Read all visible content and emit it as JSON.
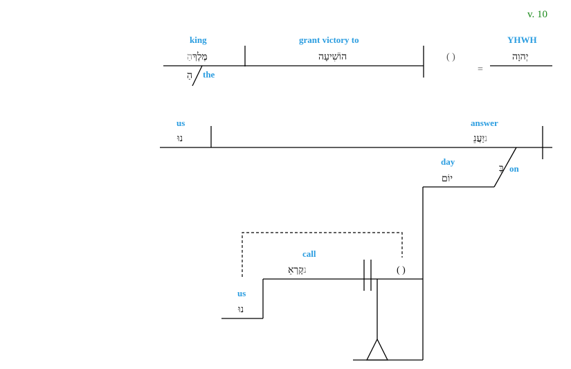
{
  "verse_label": "v. 10",
  "clause1": {
    "subject": {
      "gloss": "YHWH",
      "hebrew": "יְהוָה"
    },
    "equals": "=",
    "implied": "( )",
    "verb": {
      "gloss": "grant victory to",
      "hebrew": "הוֹשִׁיעָה"
    },
    "object": {
      "gloss": "king",
      "hebrew_prefix": "הַ",
      "hebrew": "מֶּלֶךְ"
    },
    "article": {
      "gloss": "the",
      "hebrew": "הַ"
    }
  },
  "clause2": {
    "verb": {
      "gloss": "answer",
      "hebrew": "יַעֲנֵ",
      "hebrew_suffix": "נוּ"
    },
    "object": {
      "gloss": "us",
      "hebrew": "נוּ"
    },
    "prep": {
      "gloss": "on",
      "hebrew": "בְּ"
    },
    "prep_object": {
      "gloss": "day",
      "hebrew": "יוֹם"
    }
  },
  "clause3": {
    "subject": "( )",
    "verb": {
      "gloss": "call",
      "hebrew": "קָרְאֵ",
      "hebrew_suffix": "נוּ"
    },
    "object": {
      "gloss": "us",
      "hebrew": "נוּ"
    }
  }
}
